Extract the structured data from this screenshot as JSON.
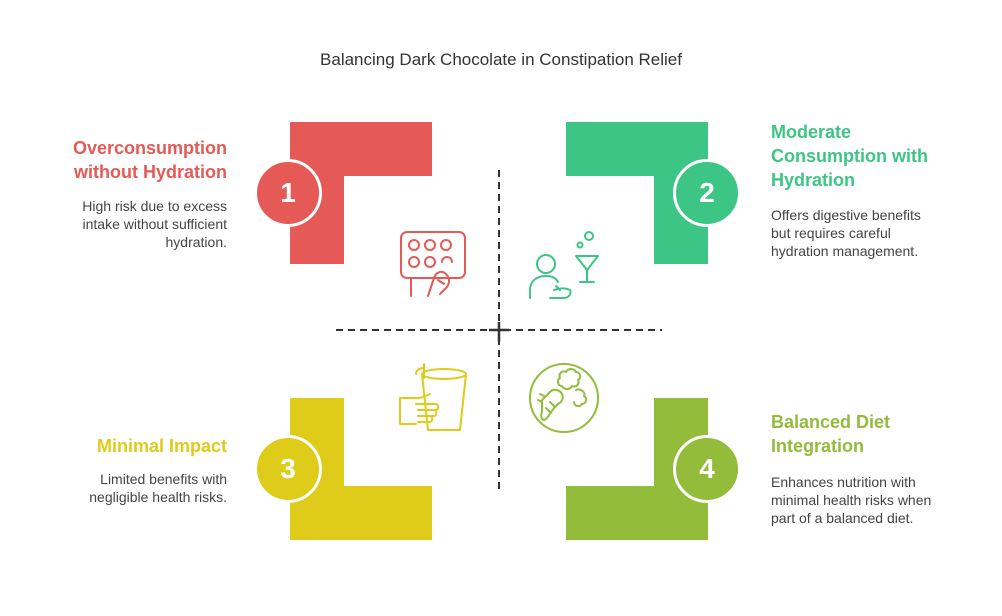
{
  "title": "Balancing Dark Chocolate in Constipation Relief",
  "quadrants": [
    {
      "number": "1",
      "heading_lines": [
        "Overconsumption",
        "without Hydration"
      ],
      "description_lines": [
        "High risk due to excess",
        "intake without sufficient",
        "hydration."
      ],
      "color": "#e55a56",
      "icon": "chocolate-bar-hand-icon"
    },
    {
      "number": "2",
      "heading_lines": [
        "Moderate",
        "Consumption with",
        "Hydration"
      ],
      "description_lines": [
        "Offers digestive benefits",
        "but requires careful",
        "hydration management."
      ],
      "color": "#3dc585",
      "icon": "person-drinking-icon"
    },
    {
      "number": "3",
      "heading_lines": [
        "Minimal Impact"
      ],
      "description_lines": [
        "Limited benefits with",
        "negligible health risks."
      ],
      "color": "#dfcb1a",
      "icon": "hand-holding-cup-icon"
    },
    {
      "number": "4",
      "heading_lines": [
        "Balanced Diet",
        "Integration"
      ],
      "description_lines": [
        "Enhances nutrition with",
        "minimal health risks when",
        "part of a balanced diet."
      ],
      "color": "#93bc3a",
      "icon": "vegetables-plate-icon"
    }
  ]
}
